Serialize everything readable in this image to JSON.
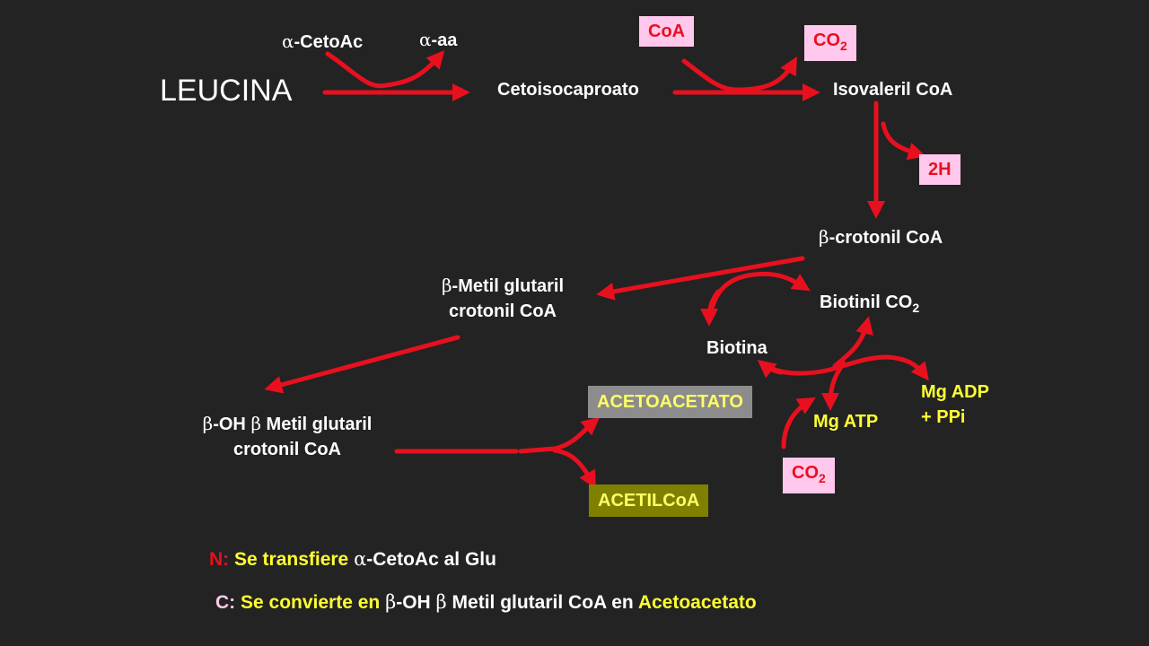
{
  "colors": {
    "background": "#232323",
    "arrow": "#e8101e",
    "text": "#ffffff",
    "highlight": "#ffff33",
    "box_pink": "#ffc8ec",
    "box_gray": "#8c8c8c",
    "box_olive": "#808000"
  },
  "nodes": {
    "leucina": "LEUCINA",
    "alpha_cetoac_sym": "α",
    "alpha_cetoac": "-CetoAc",
    "alpha_aa_sym": "α",
    "alpha_aa": "-aa",
    "cetoisocaproato": "Cetoisocaproato",
    "coa": "CoA",
    "co2_top": "CO",
    "co2_top_sub": "2",
    "isovaleril_coa": "Isovaleril CoA",
    "h2": "2H",
    "crotonil_sym": "β",
    "crotonil": "-crotonil CoA",
    "metil_glutaril_sym": "β",
    "metil_glutaril_l1": "-Metil glutaril",
    "metil_glutaril_l2": "crotonil CoA",
    "biotinil": "Biotinil CO",
    "biotinil_sub": "2",
    "biotina": "Biotina",
    "mg_adp_l1": "Mg ADP",
    "mg_adp_l2": "+ PPi",
    "mg_atp": "Mg ATP",
    "co2_bottom": "CO",
    "co2_bottom_sub": "2",
    "oh_sym1": "β",
    "oh_a": "-OH ",
    "oh_sym2": "β",
    "oh_b": " Metil glutaril",
    "oh_l2": "crotonil CoA",
    "acetoacetato": "ACETOACETATO",
    "acetilcoa": "ACETILCoA"
  },
  "notes": {
    "n_prefix": "N:",
    "n_text": " Se transfiere ",
    "n_sym": "α",
    "n_rest": "-CetoAc al Glu",
    "c_prefix": "C:",
    "c_text": " Se convierte en ",
    "c_sym1": "β",
    "c_mid1": "-OH ",
    "c_sym2": "β",
    "c_mid2": " Metil glutaril  CoA en ",
    "c_end": "Acetoacetato"
  }
}
